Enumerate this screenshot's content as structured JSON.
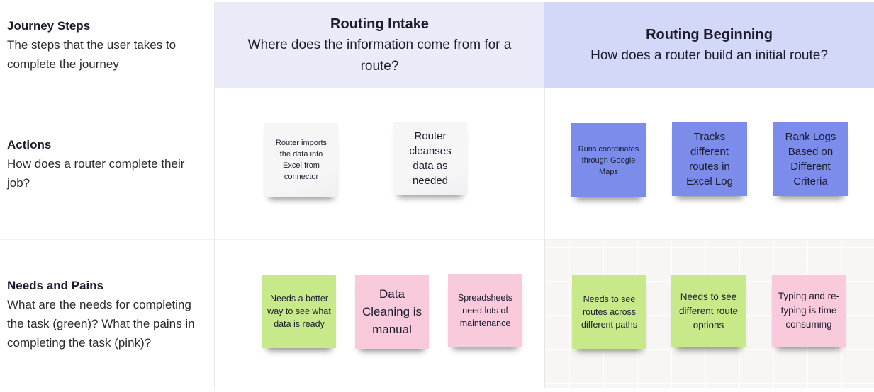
{
  "row_headers": [
    {
      "title": "Journey Steps",
      "description": "The steps that the user takes to complete the journey"
    },
    {
      "title": "Actions",
      "description": "How does a router complete their job?"
    },
    {
      "title": "Needs and Pains",
      "description": "What are the needs for completing the task (green)? What the pains in completing the task (pink)?"
    }
  ],
  "columns": [
    {
      "title": "Routing Intake",
      "subtitle": "Where does the information come from for a route?"
    },
    {
      "title": "Routing Beginning",
      "subtitle": "How does a router build an initial route?"
    }
  ],
  "notes": {
    "intake_actions": [
      {
        "text": "Router imports the data into Excel from connector",
        "color": "#f5f5f6"
      },
      {
        "text": "Router cleanses data as needed",
        "color": "#f5f5f6"
      }
    ],
    "beginning_actions": [
      {
        "text": "Runs coordinates through Google Maps",
        "color": "#7b8ceb"
      },
      {
        "text": "Tracks different routes in Excel Log",
        "color": "#7b8ceb"
      },
      {
        "text": "Rank Logs Based on Different Criteria",
        "color": "#7b8ceb"
      }
    ],
    "intake_needs": [
      {
        "text": "Needs a better way to see what data is ready",
        "color": "#c8e98a"
      },
      {
        "text": "Data Cleaning is manual",
        "color": "#f8cadc"
      },
      {
        "text": "Spreadsheets need lots of maintenance",
        "color": "#f8cadc"
      }
    ],
    "beginning_needs": [
      {
        "text": "Needs to see routes across different paths",
        "color": "#c8e98a"
      },
      {
        "text": "Needs to see different route options",
        "color": "#c8e98a"
      },
      {
        "text": "Typing and re-typing is time consuming",
        "color": "#f8cadc"
      }
    ]
  },
  "colors": {
    "intake_header_bg": "#e9ebf8",
    "beginning_header_bg": "#d3d8f8",
    "note_white": "#f5f5f6",
    "note_blue": "#7b8ceb",
    "note_green": "#c8e98a",
    "note_pink": "#f8cadc",
    "text_dark": "#1c1c2e",
    "border": "#e8e8e8",
    "canvas_gray": "#f7f6f5"
  }
}
